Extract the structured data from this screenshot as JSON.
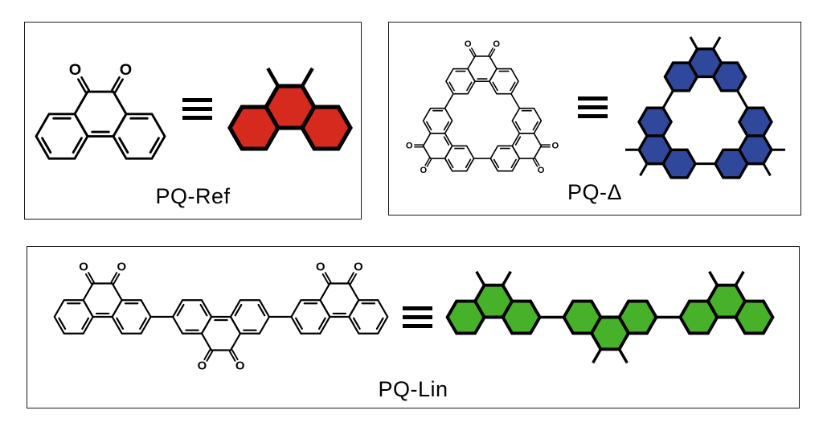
{
  "figure": {
    "background": "#ffffff",
    "panel_border_color": "#1a1a1a",
    "line_color": "#000000"
  },
  "panels": [
    {
      "id": "pq-ref",
      "label": "PQ-Ref",
      "equiv_symbol": "≡",
      "colors": {
        "fill": "#d62a1f",
        "stroke": "#000000"
      },
      "molecule": {
        "scale": 32,
        "atom_label": "O",
        "rings": [
          {
            "c": [
              0,
              0
            ],
            "d": [
              1
            ]
          },
          {
            "c": [
              -1.5,
              0.866
            ],
            "d": [
              0,
              2,
              4
            ]
          },
          {
            "c": [
              1.5,
              0.866
            ],
            "d": [
              0,
              2,
              4
            ]
          }
        ],
        "carbonyls": [
          {
            "p": [
              -0.5,
              -0.866
            ],
            "dir": 240
          },
          {
            "p": [
              0.5,
              -0.866
            ],
            "dir": 300
          }
        ],
        "bonds": []
      },
      "cartoon": {
        "scale": 30,
        "hexes": [
          [
            -1.5,
            0.866
          ],
          [
            1.5,
            0.866
          ],
          [
            0,
            0
          ]
        ],
        "stubs": [
          {
            "p": [
              -0.5,
              -0.866
            ],
            "dir": 240,
            "len": 0.85
          },
          {
            "p": [
              0.5,
              -0.866
            ],
            "dir": 300,
            "len": 0.85
          }
        ],
        "bonds": []
      }
    },
    {
      "id": "pq-delta",
      "label": "PQ-Δ",
      "equiv_symbol": "≡",
      "colors": {
        "fill": "#30489c",
        "stroke": "#000000"
      },
      "molecule": {
        "scale": 18,
        "atom_label": "O",
        "rings": [
          {
            "c": [
              0,
              -3.551
            ],
            "d": [
              1
            ]
          },
          {
            "c": [
              -1.5,
              -2.685
            ],
            "d": [
              0,
              2,
              4
            ]
          },
          {
            "c": [
              1.5,
              -2.685
            ],
            "d": [
              0,
              2,
              4
            ]
          },
          {
            "c": [
              -3.075,
              1.776
            ],
            "d": [
              5
            ]
          },
          {
            "c": [
              -3.075,
              0.044
            ],
            "d": [
              0,
              2,
              4
            ]
          },
          {
            "c": [
              -1.575,
              2.642
            ],
            "d": [
              0,
              2,
              4
            ]
          },
          {
            "c": [
              3.075,
              1.776
            ],
            "d": [
              3
            ]
          },
          {
            "c": [
              3.075,
              0.044
            ],
            "d": [
              0,
              2,
              4
            ]
          },
          {
            "c": [
              1.575,
              2.642
            ],
            "d": [
              0,
              2,
              4
            ]
          }
        ],
        "carbonyls": [
          {
            "p": [
              -0.5,
              -4.417
            ],
            "dir": 240
          },
          {
            "p": [
              0.5,
              -4.417
            ],
            "dir": 300
          },
          {
            "p": [
              -3.575,
              2.642
            ],
            "dir": 120
          },
          {
            "p": [
              -4.075,
              1.776
            ],
            "dir": 180
          },
          {
            "p": [
              4.075,
              1.776
            ],
            "dir": 0
          },
          {
            "p": [
              3.575,
              2.642
            ],
            "dir": 60
          }
        ],
        "bonds": [
          [
            [
              -0.575,
              2.642
            ],
            [
              0.575,
              2.642
            ]
          ],
          [
            [
              -2.0,
              -1.819
            ],
            [
              -2.576,
              -0.823
            ]
          ],
          [
            [
              2.0,
              -1.819
            ],
            [
              2.576,
              -0.823
            ]
          ]
        ]
      },
      "cartoon": {
        "scale": 20,
        "hexes": [
          [
            -1.5,
            -2.734
          ],
          [
            1.5,
            -2.734
          ],
          [
            0,
            -3.6
          ],
          [
            -3.118,
            0.068
          ],
          [
            -1.618,
            2.666
          ],
          [
            -3.118,
            1.8
          ],
          [
            3.118,
            0.068
          ],
          [
            1.618,
            2.666
          ],
          [
            3.118,
            1.8
          ]
        ],
        "stubs": [
          {
            "p": [
              -0.5,
              -4.466
            ],
            "dir": 240,
            "len": 0.85
          },
          {
            "p": [
              0.5,
              -4.466
            ],
            "dir": 300,
            "len": 0.85
          },
          {
            "p": [
              -3.618,
              2.666
            ],
            "dir": 120,
            "len": 0.85
          },
          {
            "p": [
              -4.118,
              1.8
            ],
            "dir": 180,
            "len": 0.85
          },
          {
            "p": [
              4.118,
              1.8
            ],
            "dir": 0,
            "len": 0.85
          },
          {
            "p": [
              3.618,
              2.666
            ],
            "dir": 60,
            "len": 0.85
          }
        ],
        "bonds": [
          [
            [
              -0.618,
              2.666
            ],
            [
              0.618,
              2.666
            ]
          ],
          [
            [
              -2.0,
              -1.868
            ],
            [
              -2.618,
              -0.798
            ]
          ],
          [
            [
              2.0,
              -1.868
            ],
            [
              2.618,
              -0.798
            ]
          ]
        ]
      }
    },
    {
      "id": "pq-lin",
      "label": "PQ-Lin",
      "equiv_symbol": "≡",
      "colors": {
        "fill": "#47b229",
        "stroke": "#000000"
      },
      "molecule": {
        "scale": 24,
        "atom_label": "O",
        "rings": [
          {
            "c": [
              0,
              0
            ],
            "d": [
              1
            ]
          },
          {
            "c": [
              -1.5,
              0.866
            ],
            "d": [
              0,
              2,
              4
            ]
          },
          {
            "c": [
              1.5,
              0.866
            ],
            "d": [
              0,
              2,
              4
            ]
          },
          {
            "c": [
              6.15,
              1.732
            ],
            "d": [
              4
            ]
          },
          {
            "c": [
              4.65,
              0.866
            ],
            "d": [
              1,
              3,
              5
            ]
          },
          {
            "c": [
              7.65,
              0.866
            ],
            "d": [
              1,
              3,
              5
            ]
          },
          {
            "c": [
              12.3,
              0
            ],
            "d": [
              1
            ]
          },
          {
            "c": [
              10.8,
              0.866
            ],
            "d": [
              0,
              2,
              4
            ]
          },
          {
            "c": [
              13.8,
              0.866
            ],
            "d": [
              0,
              2,
              4
            ]
          }
        ],
        "carbonyls": [
          {
            "p": [
              -0.5,
              -0.866
            ],
            "dir": 240
          },
          {
            "p": [
              0.5,
              -0.866
            ],
            "dir": 300
          },
          {
            "p": [
              5.65,
              2.598
            ],
            "dir": 120
          },
          {
            "p": [
              6.65,
              2.598
            ],
            "dir": 60
          },
          {
            "p": [
              11.8,
              -0.866
            ],
            "dir": 240
          },
          {
            "p": [
              12.8,
              -0.866
            ],
            "dir": 300
          }
        ],
        "bonds": [
          [
            [
              2.5,
              0.866
            ],
            [
              3.65,
              0.866
            ]
          ],
          [
            [
              8.65,
              0.866
            ],
            [
              9.8,
              0.866
            ]
          ]
        ]
      },
      "cartoon": {
        "scale": 23,
        "hexes": [
          [
            -1.5,
            0.866
          ],
          [
            1.5,
            0.866
          ],
          [
            0,
            0
          ],
          [
            4.8,
            0.866
          ],
          [
            7.8,
            0.866
          ],
          [
            6.3,
            1.732
          ],
          [
            11.1,
            0.866
          ],
          [
            14.1,
            0.866
          ],
          [
            12.6,
            0
          ]
        ],
        "stubs": [
          {
            "p": [
              -0.5,
              -0.866
            ],
            "dir": 240,
            "len": 0.85
          },
          {
            "p": [
              0.5,
              -0.866
            ],
            "dir": 300,
            "len": 0.85
          },
          {
            "p": [
              5.8,
              2.598
            ],
            "dir": 120,
            "len": 0.85
          },
          {
            "p": [
              6.8,
              2.598
            ],
            "dir": 60,
            "len": 0.85
          },
          {
            "p": [
              12.1,
              -0.866
            ],
            "dir": 240,
            "len": 0.85
          },
          {
            "p": [
              13.1,
              -0.866
            ],
            "dir": 300,
            "len": 0.85
          }
        ],
        "bonds": [
          [
            [
              2.5,
              0.866
            ],
            [
              3.8,
              0.866
            ]
          ],
          [
            [
              8.8,
              0.866
            ],
            [
              10.1,
              0.866
            ]
          ]
        ]
      }
    }
  ]
}
